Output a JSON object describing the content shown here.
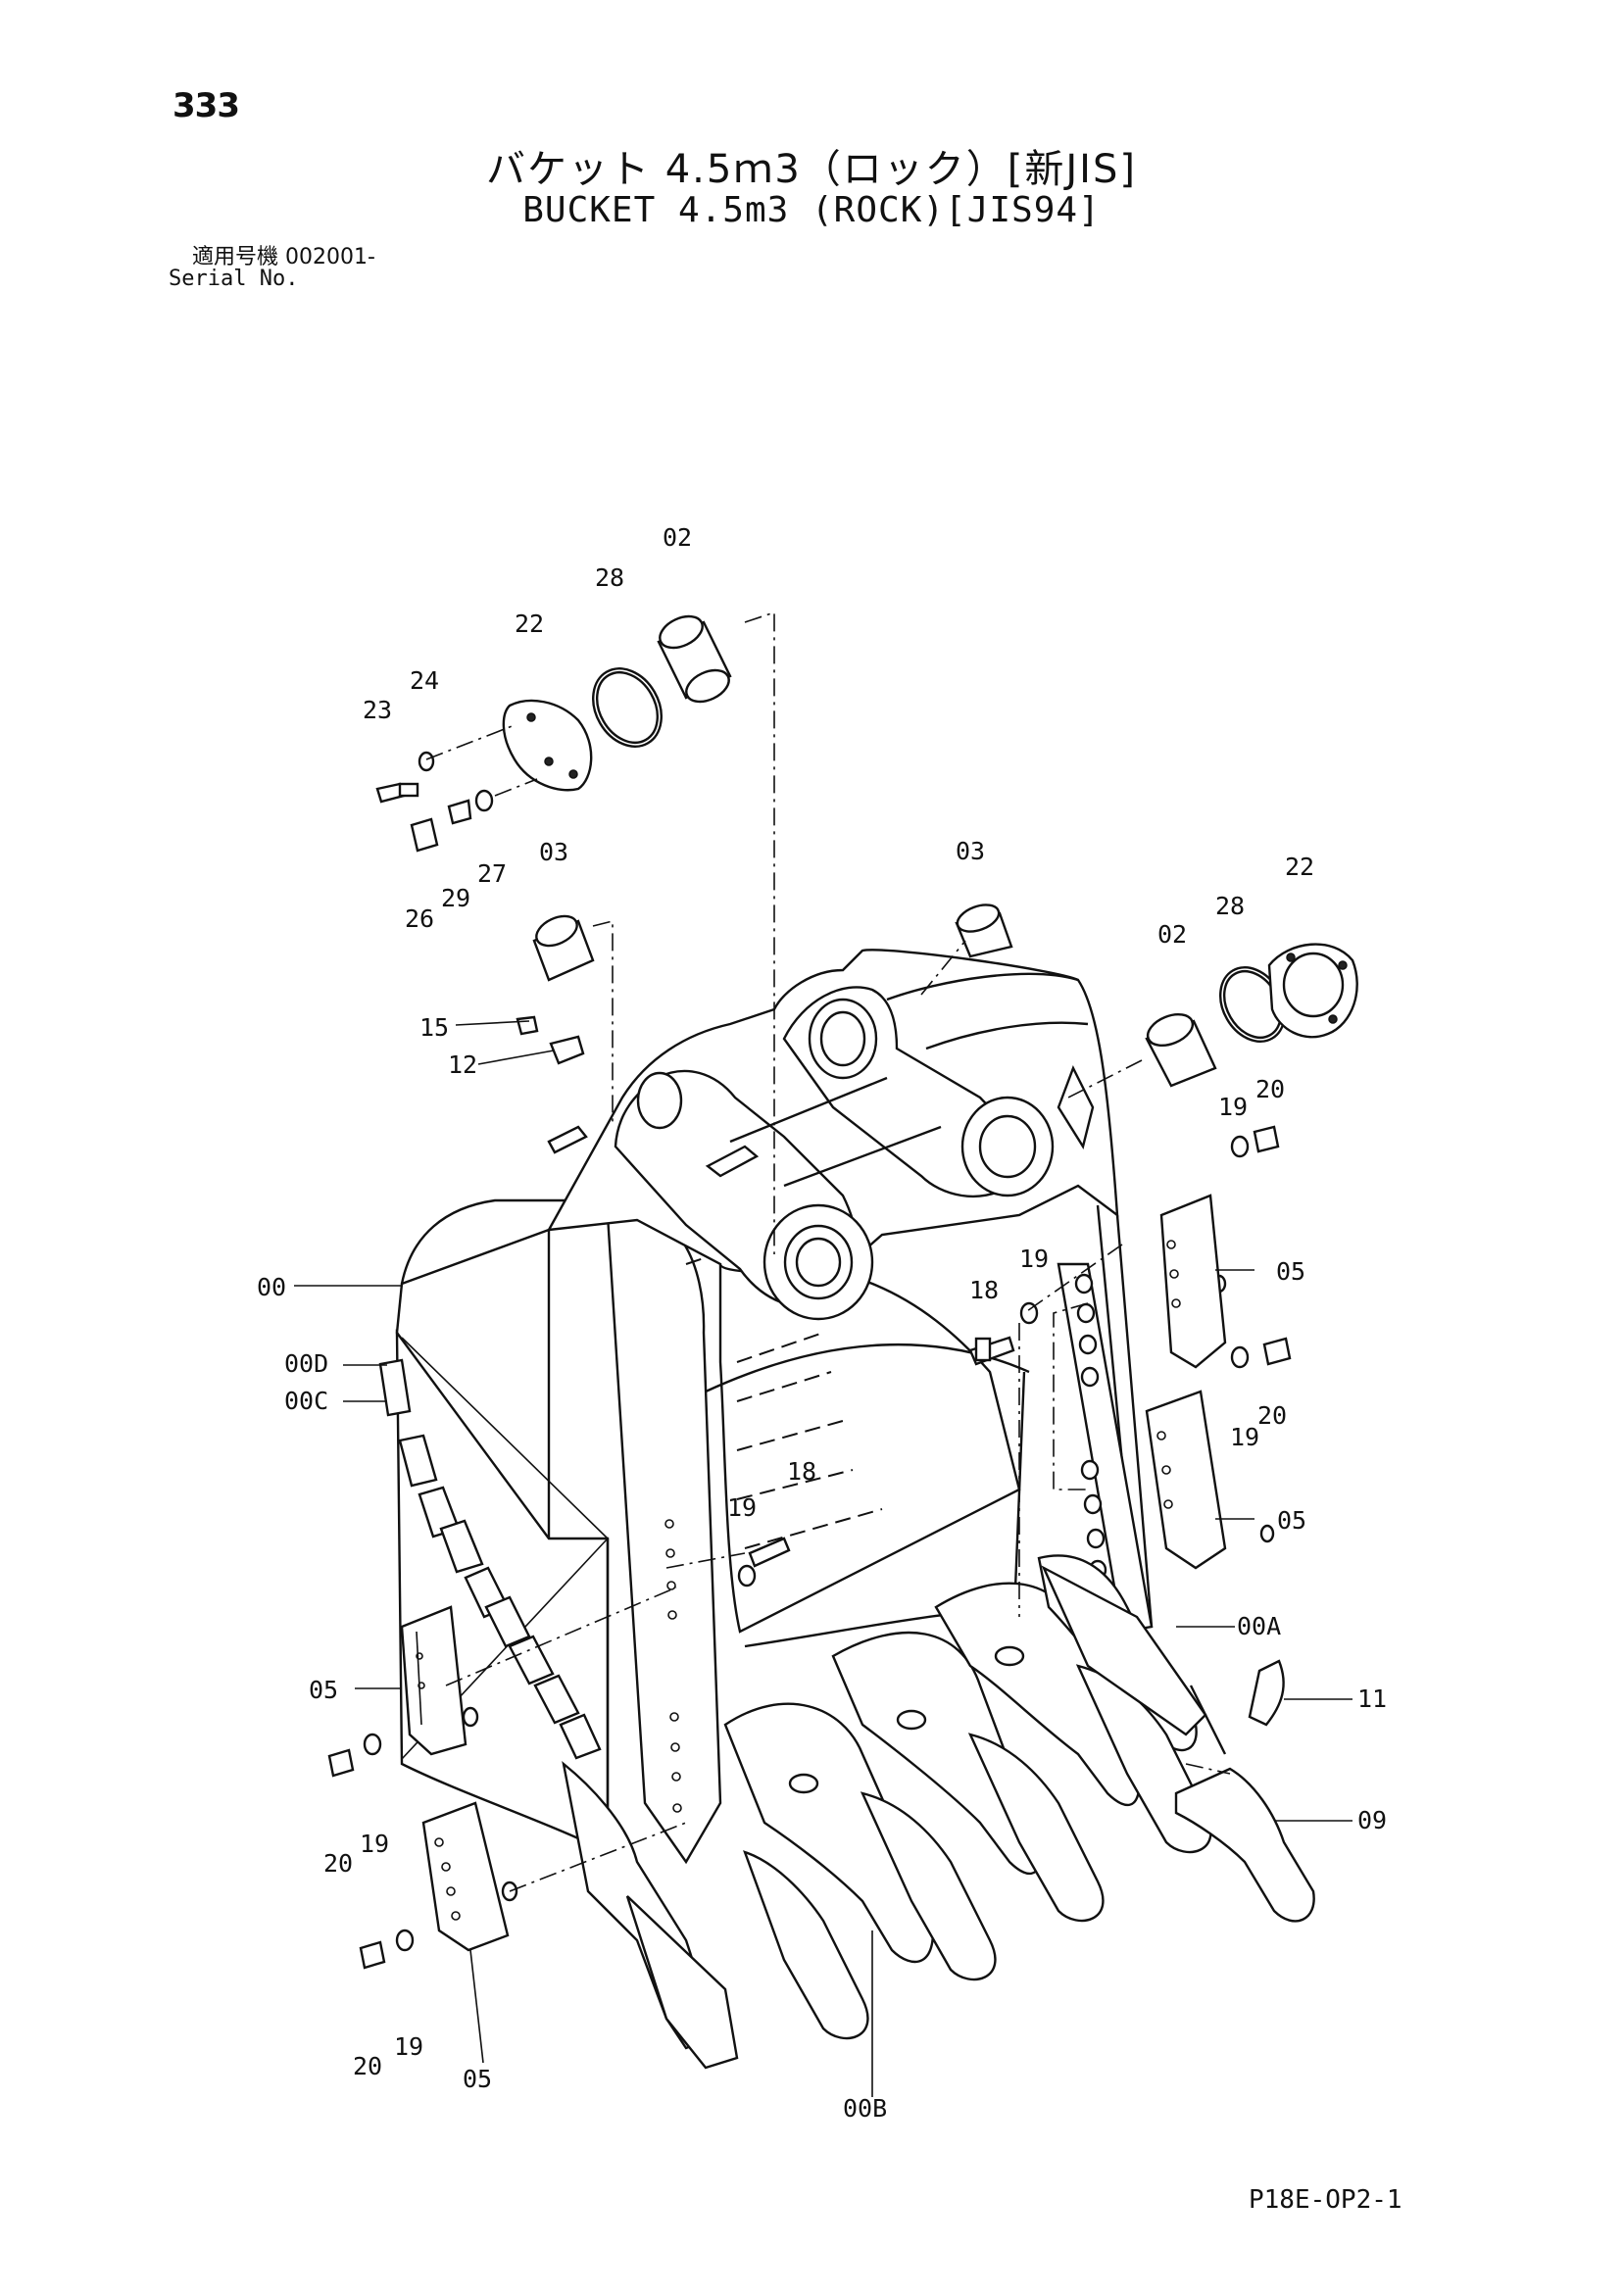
{
  "header": {
    "page_number": "333",
    "title_jp": "バケット 4.5ｍ3（ロック）[新JIS]",
    "title_en": "BUCKET 4.5m3 (ROCK)[JIS94]",
    "serial_jp": "適用号機  002001-",
    "serial_en": "Serial No."
  },
  "footer": {
    "code": "P18E-OP2-1"
  },
  "callouts": [
    "02",
    "28",
    "22",
    "24",
    "23",
    "27",
    "29",
    "26",
    "03",
    "03",
    "02",
    "28",
    "22",
    "15",
    "12",
    "19",
    "20",
    "00",
    "18",
    "19",
    "05",
    "00D",
    "00C",
    "19",
    "20",
    "18",
    "19",
    "05",
    "00A",
    "11",
    "05",
    "20",
    "19",
    "09",
    "20",
    "19",
    "05",
    "00B"
  ]
}
